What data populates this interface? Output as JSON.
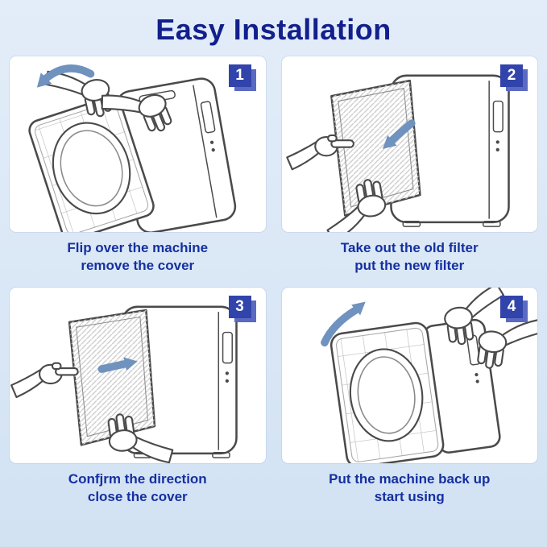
{
  "title": "Easy Installation",
  "colors": {
    "title_color": "#121f8d",
    "caption_color": "#15309f",
    "badge_blue": "#3144ab",
    "badge_shadow": "#5a6ac2",
    "arrow_blue": "#6f92be",
    "background_top": "#e3edf9",
    "background_bottom": "#d2e2f3",
    "panel_bg": "#ffffff"
  },
  "steps": [
    {
      "number": "1",
      "caption_line1": "Flip over the machine",
      "caption_line2": "remove the cover",
      "arrow_direction": "left",
      "illustration": "hands-flipping-machine-removing-cover"
    },
    {
      "number": "2",
      "caption_line1": "Take out the old filter",
      "caption_line2": "put the new filter",
      "arrow_direction": "down-left",
      "illustration": "hand-pulling-filter-out"
    },
    {
      "number": "3",
      "caption_line1": "Confjrm the direction",
      "caption_line2": "close the cover",
      "arrow_direction": "right",
      "illustration": "hands-closing-cover"
    },
    {
      "number": "4",
      "caption_line1": "Put the machine back up",
      "caption_line2": "start using",
      "arrow_direction": "up-right",
      "illustration": "hands-standing-machine-up"
    }
  ]
}
